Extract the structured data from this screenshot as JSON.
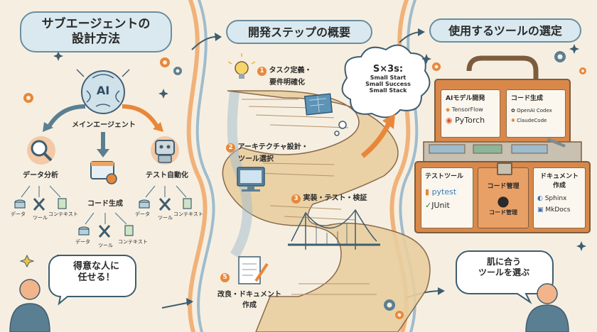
{
  "left": {
    "title_line1": "サブエージェントの",
    "title_line2": "設計方法",
    "main_agent": "メインエージェント",
    "brain_text": "AI",
    "data_analysis": "データ分析",
    "code_gen": "コード生成",
    "test_auto": "テスト自動化",
    "data": "データ",
    "tool": "ツール",
    "context": "コンテキスト",
    "speech_line1": "得意な人に",
    "speech_line2": "任せる！"
  },
  "middle": {
    "title": "開発ステップの概要",
    "step1_num": "1",
    "step1_line1": "タスク定義・",
    "step1_line2": "要件明確化",
    "step2_num": "2",
    "step2_line1": "アーキテクチャ設計・",
    "step2_line2": "ツール選択",
    "step3_num": "3",
    "step3": "実装・テスト・検証",
    "step5_num": "5",
    "step5_line1": "改良・ドキュメント",
    "step5_line2": "作成",
    "cloud_title": "S×3s:",
    "cloud_line1": "Small Start",
    "cloud_line2": "Small Success",
    "cloud_line3": "Small Stack"
  },
  "right": {
    "title": "使用するツールの選定",
    "ai_dev": "AIモデル開発",
    "tensorflow": "TensorFlow",
    "pytorch": "PyTorch",
    "code_gen": "コード生成",
    "openai_codex": "OpenAI Codex",
    "claude_code": "ClaudeCode",
    "test_tool": "テストツール",
    "pytest": "pytest",
    "junit": "JUnit",
    "code_mgmt": "コード管理",
    "code_mgmt2": "コード管理",
    "doc_line1": "ドキュメント",
    "doc_line2": "作成",
    "sphinx": "Sphinx",
    "mkdocs": "MkDocs",
    "speech_line1": "肌に合う",
    "speech_line2": "ツールを選ぶ"
  },
  "colors": {
    "background": "#f6efe1",
    "accent_orange": "#e8873a",
    "pill_blue": "#d9e9ef",
    "divider_orange": "#f0b27a",
    "divider_blue": "#9fbccd",
    "stair_beige": "#e9cfa0",
    "box_orange": "#d9884a"
  }
}
